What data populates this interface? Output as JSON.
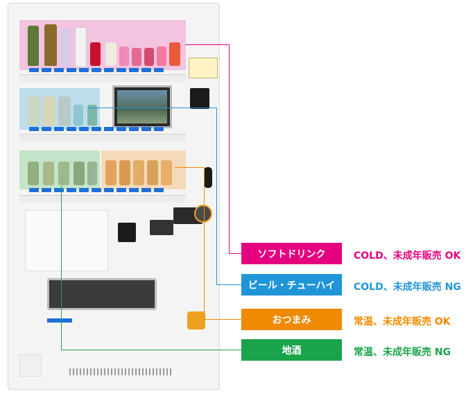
{
  "colors": {
    "soft_drink": "#e4007f",
    "beer_chuhai": "#1f95d8",
    "snacks": "#f08a00",
    "local_sake": "#1aa34a"
  },
  "legend": [
    {
      "label": "ソフトドリンク",
      "desc": "COLD、未成年販売 OK"
    },
    {
      "label": "ビール・チューハイ",
      "desc": "COLD、未成年販売 NG"
    },
    {
      "label": "おつまみ",
      "desc": "常温、未成年販売 OK"
    },
    {
      "label": "地酒",
      "desc": "常温、未成年販売 NG"
    }
  ]
}
